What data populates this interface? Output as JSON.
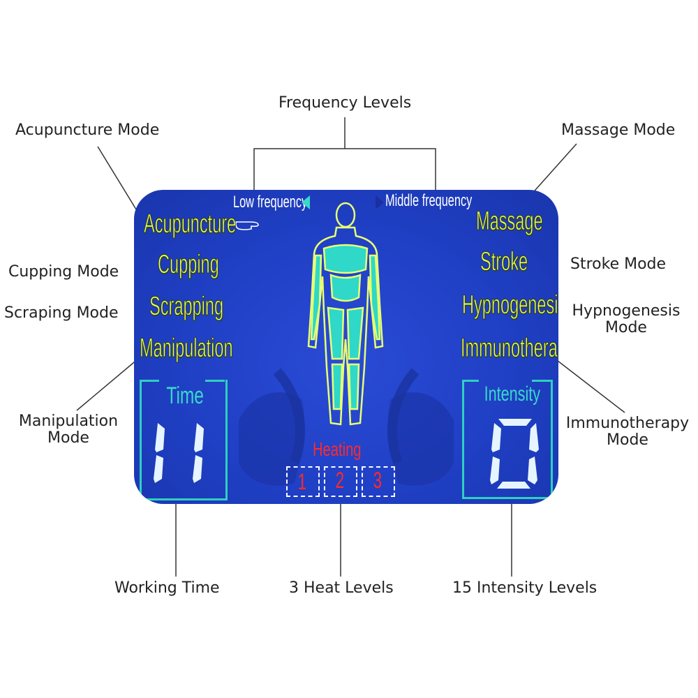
{
  "callouts": {
    "frequency_levels": "Frequency Levels",
    "acupuncture_mode": "Acupuncture Mode",
    "massage_mode": "Massage Mode",
    "cupping_mode": "Cupping Mode",
    "stroke_mode": "Stroke Mode",
    "scraping_mode": "Scraping Mode",
    "hypnogenesis_mode_1": "Hypnogenesis",
    "hypnogenesis_mode_2": "Mode",
    "manipulation_mode_1": "Manipulation",
    "manipulation_mode_2": "Mode",
    "immunotherapy_mode_1": "Immunotherapy",
    "immunotherapy_mode_2": "Mode",
    "working_time": "Working Time",
    "heat_levels": "3 Heat Levels",
    "intensity_levels": "15 Intensity Levels"
  },
  "screen": {
    "low_frequency": "Low frequency",
    "middle_frequency": "Middle frequency",
    "left_modes": [
      "Acupuncture",
      "Cupping",
      "Scrapping",
      "Manipulation"
    ],
    "right_modes": [
      "Massage",
      "Stroke",
      "Hypnogenesis",
      "Immunotherapy"
    ],
    "time_label": "Time",
    "time_value": "11",
    "intensity_label": "Intensity",
    "intensity_value": "0",
    "heating_label": "Heating",
    "heat_levels": [
      "1",
      "2",
      "3"
    ]
  },
  "colors": {
    "screen_blue": "#1f3fc4",
    "mode_text": "#e9ff73",
    "panel_cyan": "#2fd0c0",
    "heat_red": "#ff2a2a",
    "body_fill": "#2fd8c8"
  }
}
